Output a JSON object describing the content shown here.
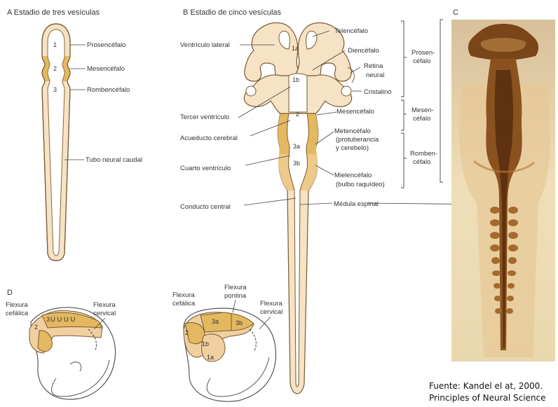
{
  "panel_a": {
    "title": "A  Estadio de tres vesículas",
    "numbers": [
      "1",
      "2",
      "3"
    ],
    "labels": [
      "Prosencéfalo",
      "Mesencéfalo",
      "Rombencéfalo",
      "Tubo neural caudal"
    ]
  },
  "panel_b": {
    "title": "B  Estadio de cinco vesículas",
    "numbers": [
      "1a",
      "1b",
      "2",
      "3a",
      "3b"
    ],
    "left_labels": [
      "Ventrículo lateral",
      "Tercer ventrículo",
      "Acueducto cerebral",
      "Cuarto ventrículo",
      "Conducto central"
    ],
    "right_labels": [
      "Telencéfalo",
      "Diencéfalo",
      "Retina",
      "neural",
      "Cristalino",
      "Mesencéfalo",
      "Metencéfalo",
      "(protuberancia",
      "y cerebelo)",
      "Mielencéfalo",
      "(bulbo raquídeo)",
      "Médula espinal"
    ],
    "brackets": [
      "Prosen-",
      "céfalo",
      "Mesen-",
      "céfalo",
      "Romben-",
      "céfalo"
    ]
  },
  "panel_c": {
    "title": "C"
  },
  "panel_d": {
    "title": "D",
    "labels_left": [
      "Flexura",
      "cefálica",
      "Flexura",
      "cervical"
    ],
    "numbers_left": [
      "2",
      "3"
    ],
    "labels_right": [
      "Flexura",
      "cefálica",
      "Flexura",
      "pontina",
      "Flexura",
      "cervical"
    ],
    "numbers_right": [
      "2",
      "3a",
      "3b",
      "1b",
      "1a"
    ]
  },
  "source": {
    "line1": "Fuente: Kandel el at, 2000.",
    "line2": "Principles of Neural Science"
  },
  "colors": {
    "light": "#f4dcbc",
    "tan": "#e6bd6e",
    "photo_bg": "#f1e5c4",
    "photo_dark": "#6b3c14"
  }
}
